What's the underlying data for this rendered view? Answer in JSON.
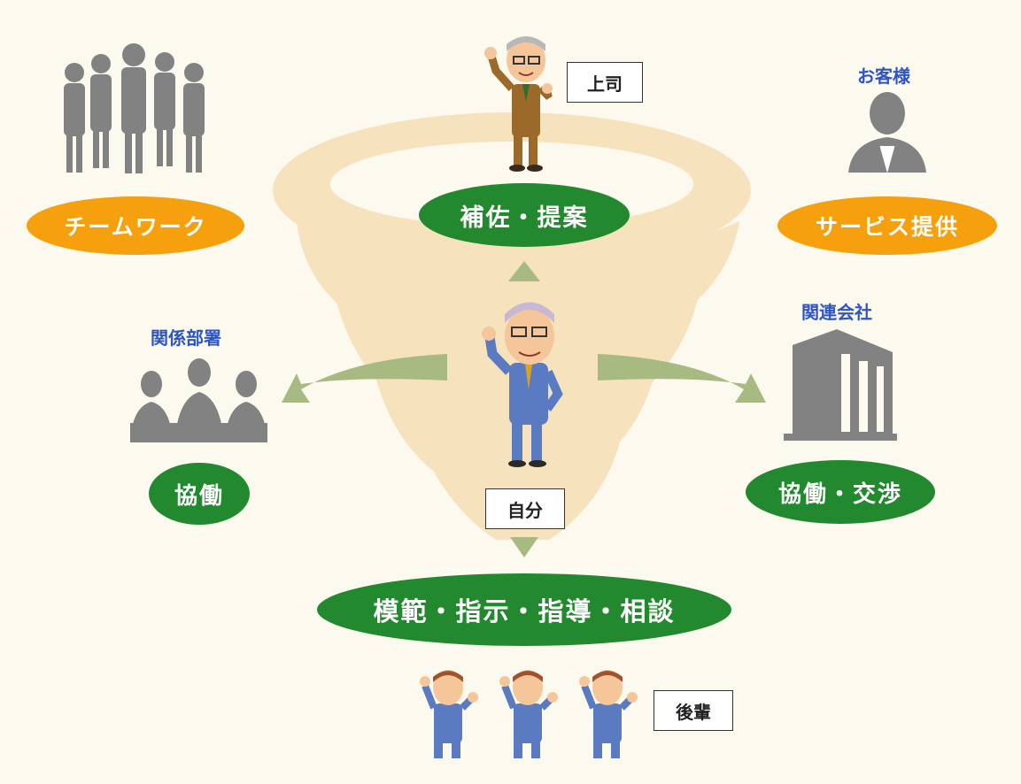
{
  "center": {
    "label": "自分"
  },
  "boss": {
    "label": "上司",
    "action": "補佐・提案"
  },
  "team": {
    "action": "チームワーク"
  },
  "customer": {
    "label": "お客様",
    "action": "サービス提供"
  },
  "related_dept": {
    "label": "関係部署",
    "action": "協働"
  },
  "related_company": {
    "label": "関連会社",
    "action": "協働・交渉"
  },
  "juniors": {
    "label": "後輩",
    "action": "模範・指示・指導・相談"
  },
  "colors": {
    "green": "#23892e",
    "orange": "#f5a00c",
    "label_blue": "#2d55c3",
    "arrow": "#a7ba82",
    "tornado": "#f6e3bd",
    "silhouette": "#828282"
  }
}
